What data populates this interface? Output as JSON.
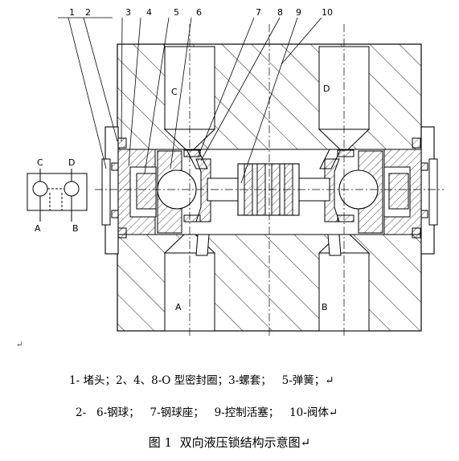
{
  "leaders": [
    {
      "label": "1"
    },
    {
      "label": "2"
    },
    {
      "label": "3"
    },
    {
      "label": "4"
    },
    {
      "label": "5"
    },
    {
      "label": "6"
    },
    {
      "label": "7"
    },
    {
      "label": "8"
    },
    {
      "label": "9"
    },
    {
      "label": "10"
    }
  ],
  "ports": {
    "c": "C",
    "d": "D",
    "a": "A",
    "b": "B"
  },
  "symbol_ports": {
    "c": "C",
    "d": "D",
    "a": "A",
    "b": "B"
  },
  "return_mark": "↵",
  "legend": {
    "line1": "1- 堵头；2、4、8-O 型密封圈；3-螺套；   5-弹簧；↵",
    "line2": "2-   6-钢球；   7-钢球座；   9-控制活塞；   10-阀体↵"
  },
  "caption": "图 1  双向液压锁结构示意图↵"
}
